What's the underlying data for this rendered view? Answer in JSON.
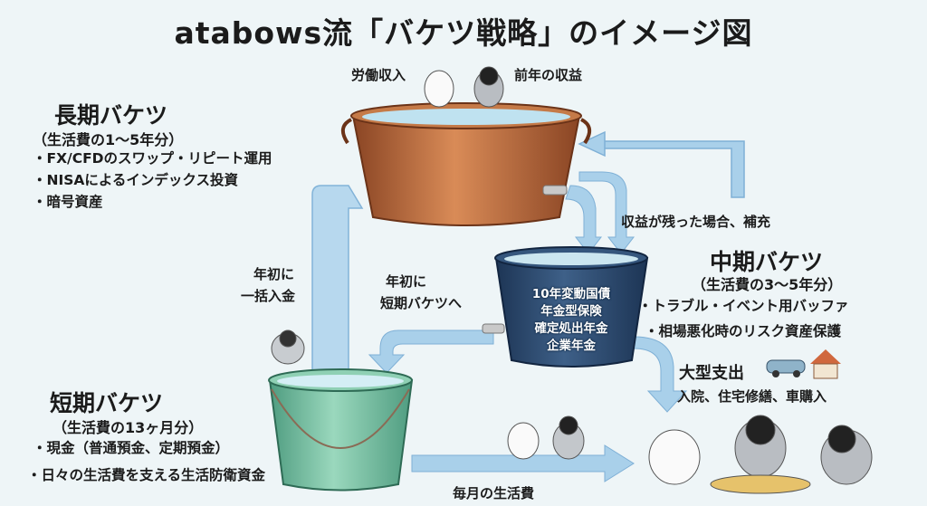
{
  "title": "atabows流「バケツ戦略」のイメージ図",
  "top_labels": {
    "left": "労働収入",
    "right": "前年の収益"
  },
  "long_bucket": {
    "heading": "長期バケツ",
    "subtitle": "（生活費の1〜5年分）",
    "items": [
      "・FX/CFDのスワップ・リピート運用",
      "・NISAによるインデックス投資",
      "・暗号資産"
    ]
  },
  "mid_bucket": {
    "heading": "中期バケツ",
    "subtitle": "（生活費の3〜5年分）",
    "items": [
      "・トラブル・イベント用バッファ",
      "・相場悪化時のリスク資産保護"
    ],
    "contents": [
      "10年変動国債",
      "年金型保険",
      "確定処出年金",
      "企業年金"
    ]
  },
  "short_bucket": {
    "heading": "短期バケツ",
    "subtitle": "（生活費の13ヶ月分）",
    "items": [
      "・現金（普通預金、定期預金）",
      "・日々の生活費を支える生活防衛資金"
    ]
  },
  "flows": {
    "refill": "収益が残った場合、補充",
    "lump_sum": [
      "年初に",
      "一括入金"
    ],
    "to_short": [
      "年初に",
      "短期バケツへ"
    ],
    "big_expense_title": "大型支出",
    "big_expense_items": "入院、住宅修繕、車購入",
    "monthly": "毎月の生活費"
  },
  "colors": {
    "copper": "#b8683a",
    "navy": "#2c4a6e",
    "green": "#7cc4a6",
    "arrow": "#9fc9e6"
  }
}
